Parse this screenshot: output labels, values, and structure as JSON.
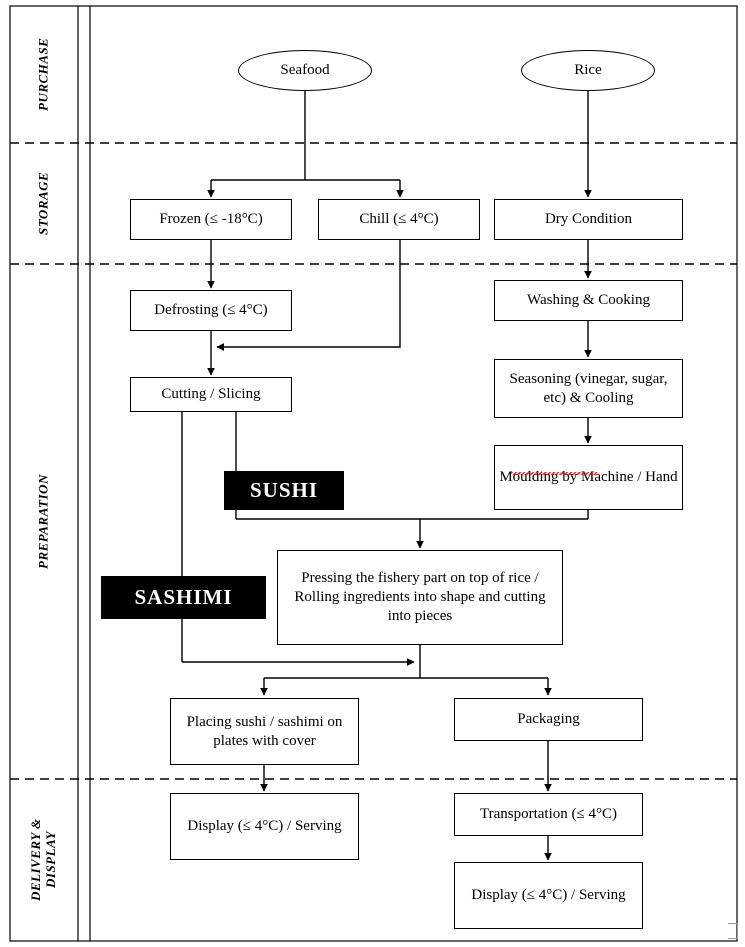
{
  "diagram": {
    "title": "Sushi and Sashimi Process Flow Diagram",
    "type": "process-flowchart",
    "lanes": [
      {
        "id": "purchase",
        "label": "PURCHASE"
      },
      {
        "id": "storage",
        "label": "STORAGE"
      },
      {
        "id": "preparation",
        "label": "PREPARATION"
      },
      {
        "id": "delivery",
        "label": "DELIVERY &\nDISPLAY"
      }
    ],
    "nodes": {
      "seafood": {
        "label": "Seafood",
        "shape": "ellipse",
        "lane": "purchase"
      },
      "rice": {
        "label": "Rice",
        "shape": "ellipse",
        "lane": "purchase"
      },
      "frozen": {
        "label": "Frozen (≤ -18°C)",
        "shape": "box",
        "lane": "storage"
      },
      "chill": {
        "label": "Chill (≤ 4°C)",
        "shape": "box",
        "lane": "storage"
      },
      "dry": {
        "label": "Dry Condition",
        "shape": "box",
        "lane": "storage"
      },
      "defrosting": {
        "label": "Defrosting (≤ 4°C)",
        "shape": "box",
        "lane": "preparation"
      },
      "cutting": {
        "label": "Cutting / Slicing",
        "shape": "box",
        "lane": "preparation"
      },
      "washing": {
        "label": "Washing & Cooking",
        "shape": "box",
        "lane": "preparation"
      },
      "seasoning": {
        "label": "Seasoning (vinegar, sugar, etc) & Cooling",
        "shape": "box",
        "lane": "preparation"
      },
      "moulding": {
        "label": "Moulding by Machine / Hand",
        "shape": "box",
        "lane": "preparation"
      },
      "pressing": {
        "label": "Pressing the fishery part on top of rice / Rolling ingredients into shape and cutting into pieces",
        "shape": "box",
        "lane": "preparation"
      },
      "placing": {
        "label": "Placing sushi / sashimi on plates with cover",
        "shape": "box",
        "lane": "preparation"
      },
      "packaging": {
        "label": "Packaging",
        "shape": "box",
        "lane": "preparation"
      },
      "display_left": {
        "label": "Display (≤ 4°C) / Serving",
        "shape": "box",
        "lane": "delivery"
      },
      "transportation": {
        "label": "Transportation (≤ 4°C)",
        "shape": "box",
        "lane": "delivery"
      },
      "display_right": {
        "label": "Display (≤ 4°C) / Serving",
        "shape": "box",
        "lane": "delivery"
      }
    },
    "tags": {
      "sushi": {
        "label": "SUSHI",
        "fill": "#000000",
        "text": "#ffffff"
      },
      "sashimi": {
        "label": "SASHIMI",
        "fill": "#000000",
        "text": "#ffffff"
      }
    },
    "colors": {
      "stroke": "#000000",
      "background": "#ffffff",
      "tag_fill": "#000000",
      "tag_text": "#ffffff",
      "divider": "#000000",
      "spellcheck_underline": "#dd1111"
    }
  }
}
